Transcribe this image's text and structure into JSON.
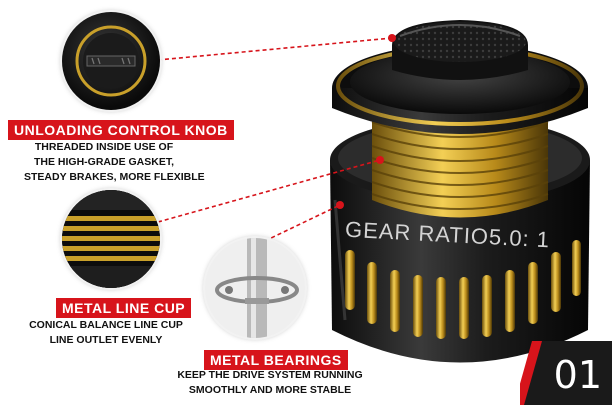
{
  "features": [
    {
      "title": "UNLOADING CONTROL  KNOB",
      "lines": [
        "THREADED INSIDE USE OF",
        "THE HIGH-GRADE GASKET,",
        "STEADY BRAKES, MORE FLEXIBLE"
      ]
    },
    {
      "title": "METAL LINE CUP",
      "lines": [
        "CONICAL BALANCE LINE CUP",
        "LINE OUTLET EVENLY"
      ]
    },
    {
      "title": "METAL BEARINGS",
      "lines": [
        "KEEP THE DRIVE SYSTEM RUNNING",
        "SMOOTHLY AND MORE STABLE"
      ]
    }
  ],
  "spool_engraving": "GEAR RATIO5.0: 1",
  "page_number": "01",
  "colors": {
    "accent_red": "#d7141b",
    "gold": "#c9a02a",
    "spool_black": "#161616"
  }
}
